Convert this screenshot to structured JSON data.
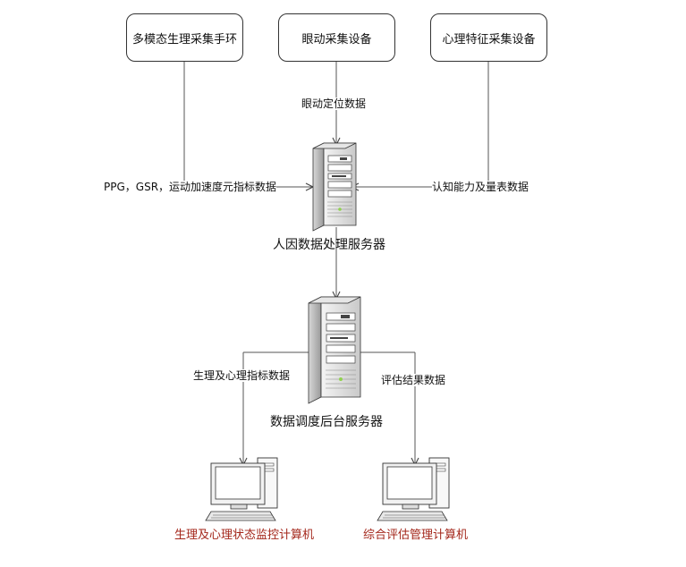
{
  "devices": {
    "wristband": "多模态生理采集手环",
    "eye_tracker": "眼动采集设备",
    "psych_device": "心理特征采集设备"
  },
  "edges": {
    "eye_data": "眼动定位数据",
    "physio_data": "PPG，GSR，运动加速度元指标数据",
    "cognitive_data": "认知能力及量表数据",
    "indicator_data": "生理及心理指标数据",
    "eval_data": "评估结果数据"
  },
  "servers": {
    "processing": "人因数据处理服务器",
    "scheduling": "数据调度后台服务器"
  },
  "computers": {
    "monitor": "生理及心理状态监控计算机",
    "evaluation": "综合评估管理计算机"
  },
  "colors": {
    "line": "#555555",
    "computer_label": "#a3261a"
  }
}
